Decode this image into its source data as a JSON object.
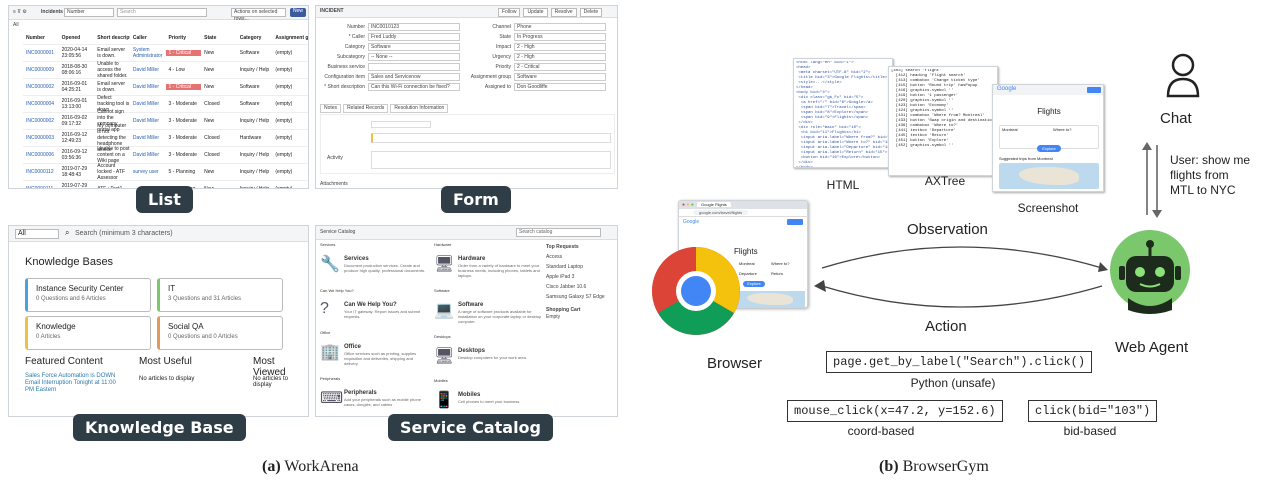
{
  "workarena": {
    "list": {
      "tag": "List",
      "toolbar": {
        "title": "Incidents",
        "field": "Number",
        "search_placeholder": "Search",
        "actions": "Actions on selected rows...",
        "new_label": "New",
        "filter_all": "All"
      },
      "columns": [
        "Number",
        "Opened",
        "Short description",
        "Caller",
        "Priority",
        "State",
        "Category",
        "Assignment group"
      ],
      "rows": [
        [
          "INC0000001",
          "2020-04-14 23:05:56",
          "Email server is down.",
          "System Administrator",
          "1 - Critical",
          "New",
          "Software",
          "(empty)"
        ],
        [
          "INC0000009",
          "2018-08-30 08:06:16",
          "Unable to access the shared folder.",
          "David Miller",
          "4 - Low",
          "New",
          "Inquiry / Help",
          "(empty)"
        ],
        [
          "INC0000002",
          "2016-09-01 04:25:21",
          "Email server is down.",
          "David Miller",
          "1 - Critical",
          "New",
          "Software",
          "(empty)"
        ],
        [
          "INC0000004",
          "2016-09-01 13:13:00",
          "Defect tracking tool is down.",
          "David Miller",
          "3 - Moderate",
          "Closed",
          "Software",
          "(empty)"
        ],
        [
          "INC0000002",
          "2016-09-02 09:17:32",
          "Cannot sign into the company portal app",
          "David Miller",
          "3 - Moderate",
          "New",
          "Inquiry / Help",
          "(empty)"
        ],
        [
          "INC0000003",
          "2016-09-12 12:49:23",
          "My computer is not detecting the headphone device",
          "David Miller",
          "3 - Moderate",
          "Closed",
          "Hardware",
          "(empty)"
        ],
        [
          "INC0000006",
          "2016-09-12 03:56:36",
          "Unable to post content on a Wiki page",
          "David Miller",
          "3 - Moderate",
          "Closed",
          "Inquiry / Help",
          "(empty)"
        ],
        [
          "INC0000112",
          "2019-07-29 18:48:43",
          "Account locked - ATF Assessor",
          "survey user",
          "5 - Planning",
          "New",
          "Inquiry / Help",
          "(empty)"
        ],
        [
          "INC0000111",
          "2019-07-29 21:04:57",
          "ATF : Test1",
          "",
          "5 - Planning",
          "New",
          "Inquiry / Help",
          "(empty)"
        ]
      ]
    },
    "form": {
      "tag": "Form",
      "title": "INCIDENT",
      "left_fields": [
        [
          "Number",
          "INC0010123"
        ],
        [
          "* Caller",
          "Fred Luddy"
        ],
        [
          "Category",
          "Software"
        ],
        [
          "Subcategory",
          "-- None --"
        ],
        [
          "Business service",
          ""
        ],
        [
          "Configuration item",
          "Sales and Servicenow"
        ],
        [
          "* Short description",
          "Can this Wi-Fi connection be fixed?"
        ]
      ],
      "right_fields": [
        [
          "Channel",
          "Phone"
        ],
        [
          "State",
          "In Progress"
        ],
        [
          "Impact",
          "2 - High"
        ],
        [
          "Urgency",
          "2 - High"
        ],
        [
          "Priority",
          "2 - Critical"
        ],
        [
          "Assignment group",
          "Software"
        ],
        [
          "Assigned to",
          "Don Goodliffe"
        ]
      ],
      "buttons": [
        "Follow",
        "Update",
        "Resolve",
        "Delete"
      ],
      "tabs": [
        "Notes",
        "Related Records",
        "Resolution Information"
      ],
      "activity_label": "Activity",
      "footer": "Attachments"
    },
    "kb": {
      "tag": "Knowledge Base",
      "filter": "All",
      "search_placeholder": "Search (minimum 3 characters)",
      "heading": "Knowledge Bases",
      "cards": [
        {
          "title": "Instance Security Center",
          "meta": "0 Questions and  6 Articles"
        },
        {
          "title": "IT",
          "meta": "3 Questions and  31 Articles"
        },
        {
          "title": "Knowledge",
          "meta": "0 Articles"
        },
        {
          "title": "Social QA",
          "meta": "0 Questions and  0 Articles"
        }
      ],
      "featured_title": "Featured Content",
      "featured_items": [
        "Sales Force Automation is DOWN",
        "Email Interruption Tonight at 11:00",
        "PM Eastern"
      ],
      "most_useful_title": "Most Useful",
      "most_useful_empty": "No articles to display",
      "most_viewed_title": "Most Viewed",
      "most_viewed_empty": "No articles to display"
    },
    "catalog": {
      "tag": "Service Catalog",
      "header": "Service Catalog",
      "search_placeholder": "Search catalog",
      "items": [
        {
          "section": "Services",
          "title": "Services",
          "desc": "Document production services. Create and produce high quality, professional documents."
        },
        {
          "section": "Hardware",
          "title": "Hardware",
          "desc": "Order from a variety of hardware to meet your business needs, including phones, tablets and laptops."
        },
        {
          "section": "Can We Help You?",
          "title": "Can We Help You?",
          "desc": "Your IT gateway. Report Issues and submit requests."
        },
        {
          "section": "Software",
          "title": "Software",
          "desc": "A range of software products available for installation on your corporate laptop or desktop computer."
        },
        {
          "section": "Office",
          "title": "Office",
          "desc": "Office services such as printing, supplies requisition and deliveries, shipping and delivery."
        },
        {
          "section": "Desktops",
          "title": "Desktops",
          "desc": "Desktop computers for your work area."
        },
        {
          "section": "Peripherals",
          "title": "Peripherals",
          "desc": "Add your peripherals such as mobile phone cases, dongles, and cables"
        },
        {
          "section": "Mobiles",
          "title": "Mobiles",
          "desc": "Cell phones to meet your business"
        }
      ],
      "top_requests_title": "Top Requests",
      "top_requests": [
        "Access",
        "Standard Laptop",
        "Apple iPad 3",
        "Cisco Jabber 10.6",
        "Samsung Galaxy S7 Edge"
      ],
      "cart_title": "Shopping Cart",
      "cart_empty": "Empty"
    },
    "caption_label": "(a)",
    "caption_text": "WorkArena"
  },
  "browsergym": {
    "chat_label": "Chat",
    "user_message": [
      "User: show me",
      "flights from",
      "MTL to NYC"
    ],
    "observation_label": "Observation",
    "action_label": "Action",
    "browser_label": "Browser",
    "agent_label": "Web Agent",
    "obs_labels": {
      "html": "HTML",
      "axtree": "AXTree",
      "screenshot": "Screenshot"
    },
    "html_snippet": "<html lang=\"en\" bid=\"1\">\n<head>\n <meta charset=\"UTF-8\" bid=\"2\">\n <title bid=\"3\">Google Flights</title>\n <style>...</style>\n</head>\n<body bid=\"4\">\n <div class=\"gb_Fc\" bid=\"5\">\n  <a href=\"/\" bid=\"6\">Google</a>\n  <span bid=\"7\">Travel</span>\n  <span bid=\"8\">Explore</span>\n  <span bid=\"9\">Flights</span>\n </div>\n <div role=\"main\" bid=\"10\">\n  <h1 bid=\"11\">Flights</h1>\n  <input aria-label=\"Where from?\" bid=\"12\">\n  <input aria-label=\"Where to?\" bid=\"13\">\n  <input aria-label=\"Departure\" bid=\"14\">\n  <input aria-label=\"Return\" bid=\"15\">\n  <button bid=\"16\">Explore</button>\n </div>\n</body>",
    "axtree_snippet": "[403] search 'Flight'\n  [412] heading 'Flight search'\n  [413] combobox 'Change ticket type'\n  [415] button 'Round trip' hasPopup\n  [416] graphics-symbol ''\n  [419] button '1 passenger'\n  [420] graphics-symbol ''\n  [423] button 'Economy'\n  [424] graphics-symbol ''\n  [431] combobox 'Where from? Montreal'\n  [433] button 'Swap origin and destination'\n  [436] combobox 'Where to?'\n  [441] textbox 'Departure'\n  [445] textbox 'Return'\n  [451] button 'Explore'\n  [452] graphics-symbol ''",
    "screenshot_text": {
      "google": "Google",
      "flights": "Flights",
      "from": "Montreal",
      "to": "Where to?",
      "explore": "Explore",
      "suggested": "Suggested trips from Montreal"
    },
    "browser_window": {
      "url": "google.com/travel/flights",
      "tab": "Google Flights",
      "flights": "Flights",
      "from": "Montreal",
      "to": "Where to?",
      "departure": "Departure",
      "return": "Return",
      "explore": "Explore"
    },
    "action_python": "page.get_by_label(\"Search\").click()",
    "action_python_label": "Python (unsafe)",
    "action_coord": "mouse_click(x=47.2, y=152.6)",
    "action_coord_label": "coord-based",
    "action_bid": "click(bid=\"103\")",
    "action_bid_label": "bid-based",
    "caption_label": "(b)",
    "caption_text": "BrowserGym",
    "colors": {
      "agent_green": "#7bc86c",
      "chrome_red": "#db4437",
      "chrome_yellow": "#f4c20d",
      "chrome_green": "#0f9d58",
      "chrome_blue": "#4285f4",
      "tag_bg": "#2f3e46",
      "critical": "#e57373"
    }
  }
}
